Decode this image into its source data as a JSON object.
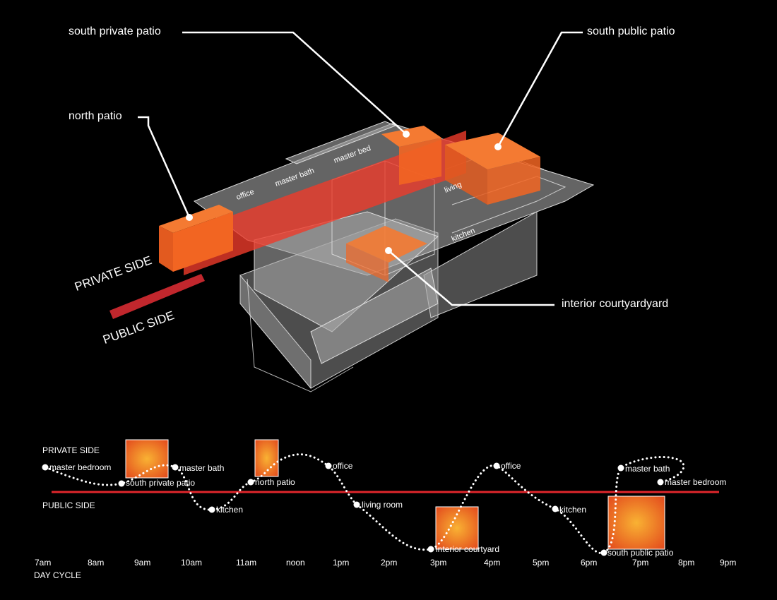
{
  "axon": {
    "callouts": {
      "south_private_patio": "south private patio",
      "south_public_patio": "south public patio",
      "north_patio": "north patio",
      "interior_courtyard": "interior courtyardyard"
    },
    "rooms": {
      "office": "office",
      "master_bath": "master bath",
      "master_bed": "master bed",
      "living": "living",
      "kitchen": "kitchen"
    },
    "sides": {
      "private": "PRIVATE SIDE",
      "public": "PUBLIC SIDE"
    },
    "colors": {
      "patio_orange": "#f26522",
      "public_line": "#c1272d",
      "building": "#9a9a9a"
    }
  },
  "timeline": {
    "private_label": "PRIVATE SIDE",
    "public_label": "PUBLIC SIDE",
    "caption": "DAY CYCLE",
    "divider_color": "#e0262b",
    "ticks": [
      "7am",
      "8am",
      "9am",
      "10am",
      "11am",
      "noon",
      "1pm",
      "2pm",
      "3pm",
      "4pm",
      "5pm",
      "6pm",
      "7pm",
      "8pm",
      "9pm"
    ],
    "stops": [
      {
        "label": "master bedroom"
      },
      {
        "label": "south private patio"
      },
      {
        "label": "master bath"
      },
      {
        "label": "kitchen"
      },
      {
        "label": "north patio"
      },
      {
        "label": "office"
      },
      {
        "label": "living room"
      },
      {
        "label": "interior courtyard"
      },
      {
        "label": "office"
      },
      {
        "label": "kitchen"
      },
      {
        "label": "south public patio"
      },
      {
        "label": "master bath"
      },
      {
        "label": "master bedroom"
      }
    ]
  }
}
